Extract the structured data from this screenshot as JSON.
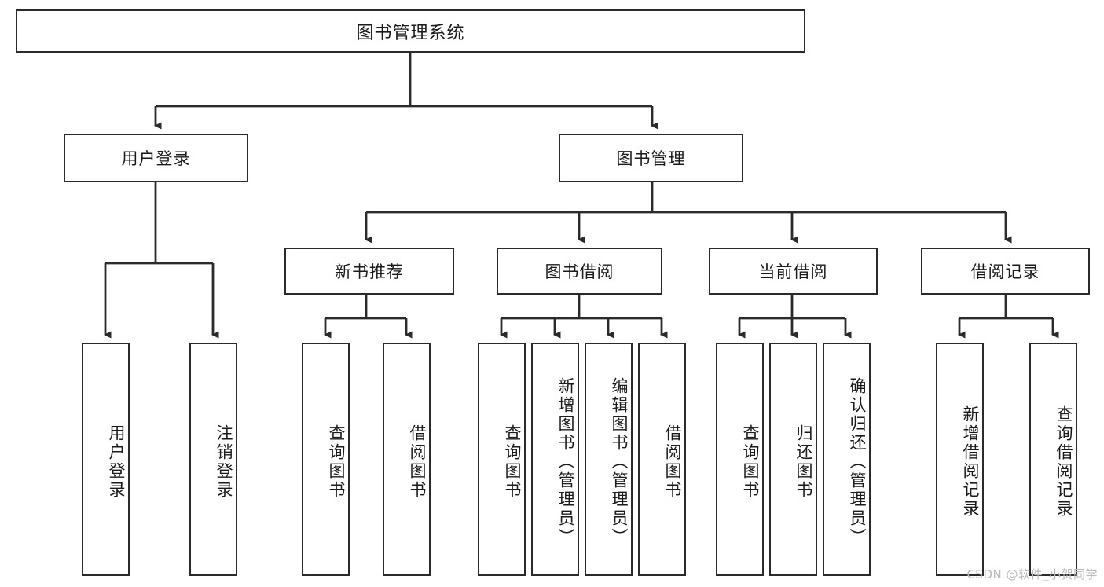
{
  "diagram": {
    "type": "tree-hierarchy-chart",
    "title": "图书管理系统",
    "watermark": "CSDN @软件_小贺同学",
    "colors": {
      "box_border": "#2b2b2b",
      "box_fill": "#ffffff",
      "edge": "#2b2b2b",
      "text": "#1a1a1a",
      "watermark": "#b9b9b9"
    },
    "nodes": {
      "root": "图书管理系统",
      "level2": [
        {
          "id": "user-login",
          "label": "用户登录"
        },
        {
          "id": "book-manage",
          "label": "图书管理"
        }
      ],
      "level3": [
        {
          "id": "new-book-rec",
          "label": "新书推荐"
        },
        {
          "id": "book-borrow",
          "label": "图书借阅"
        },
        {
          "id": "current-borrow",
          "label": "当前借阅"
        },
        {
          "id": "borrow-record",
          "label": "借阅记录"
        }
      ],
      "leaves": {
        "user_login": [
          {
            "id": "leaf-user-login",
            "label": "用户登录"
          },
          {
            "id": "leaf-logout",
            "label": "注销登录"
          }
        ],
        "new_book_rec": [
          {
            "id": "leaf-query-book-1",
            "label": "查询图书"
          },
          {
            "id": "leaf-borrow-book-1",
            "label": "借阅图书"
          }
        ],
        "book_borrow": [
          {
            "id": "leaf-query-book-2",
            "label": "查询图书"
          },
          {
            "id": "leaf-add-book",
            "label": "新增图书（管理员）"
          },
          {
            "id": "leaf-edit-book",
            "label": "编辑图书（管理员）"
          },
          {
            "id": "leaf-borrow-book-2",
            "label": "借阅图书"
          }
        ],
        "current_borrow": [
          {
            "id": "leaf-query-book-3",
            "label": "查询图书"
          },
          {
            "id": "leaf-return-book",
            "label": "归还图书"
          },
          {
            "id": "leaf-confirm-return",
            "label": "确认归还（管理员）"
          }
        ],
        "borrow_record": [
          {
            "id": "leaf-add-record",
            "label": "新增借阅记录"
          },
          {
            "id": "leaf-query-record",
            "label": "查询借阅记录"
          }
        ]
      }
    }
  }
}
